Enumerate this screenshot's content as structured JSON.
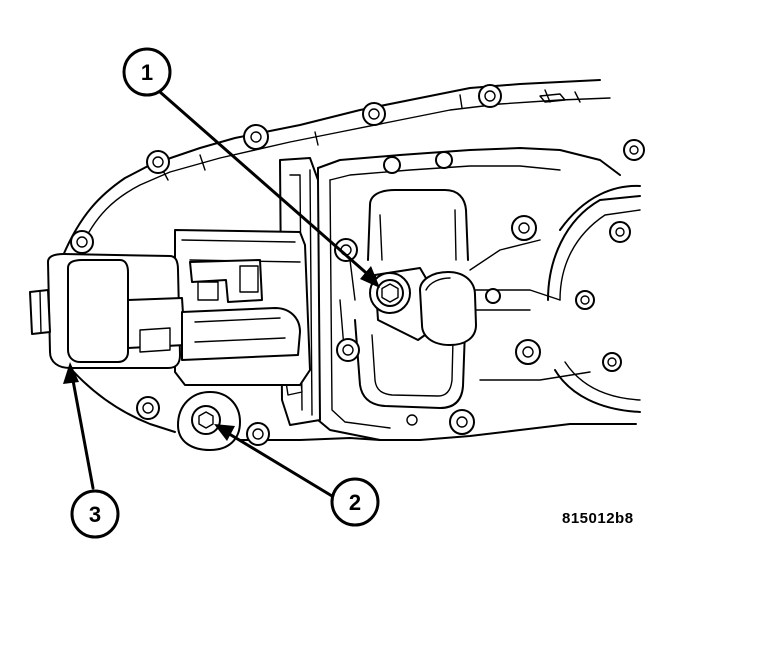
{
  "callouts": [
    {
      "label": "1"
    },
    {
      "label": "2"
    },
    {
      "label": "3"
    }
  ],
  "figure_id": "815012b8"
}
